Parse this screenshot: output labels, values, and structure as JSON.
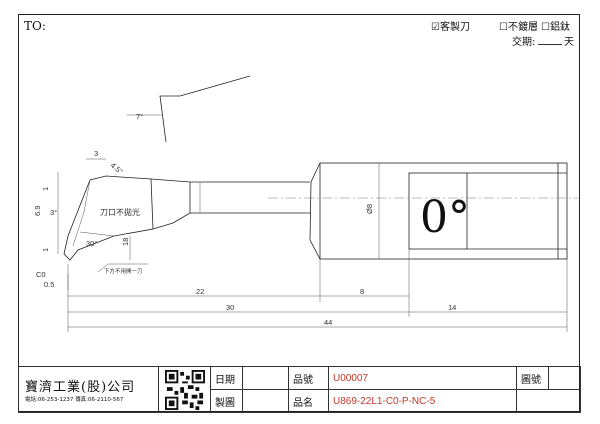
{
  "header": {
    "to_label": "TO:",
    "option_custom": "☑客製刀",
    "option_no_coating": "☐不鍍層",
    "option_altin": "☐鋁鈦",
    "delivery_label": "交期:",
    "delivery_unit": "天"
  },
  "drawing": {
    "dim_3_top": "3",
    "dim_angle_45": "4.5°",
    "dim_7deg": "7°",
    "dim_6_9": "6.9",
    "dim_3deg": "3°",
    "dim_1_top": "1",
    "dim_1_bottom": "1",
    "note_edge_unpolished": "刀口不拋光",
    "dim_30deg": "30°",
    "dim_18": "18",
    "dim_c0": "C0",
    "dim_0_5": "0.5",
    "note_lower_side": "下方不用開一刀",
    "dim_phi8": "Ø8",
    "flat_label": "0°",
    "dim_22": "22",
    "dim_8": "8",
    "dim_30": "30",
    "dim_14": "14",
    "dim_44": "44"
  },
  "title_block": {
    "company": "寶濟工業(股)公司",
    "phone": "電話:06-253-1237 傳真:06-2110-567",
    "date_label": "日期",
    "drawing_label": "製圖",
    "part_no_label": "品號",
    "part_no_value": "U00007",
    "part_name_label": "品名",
    "part_name_value": "U869-22L1-C0-P-NC-5",
    "drawing_no_label": "圖號"
  },
  "colors": {
    "line": "#222222",
    "dimension": "#555555",
    "accent_red": "#c0392b"
  }
}
